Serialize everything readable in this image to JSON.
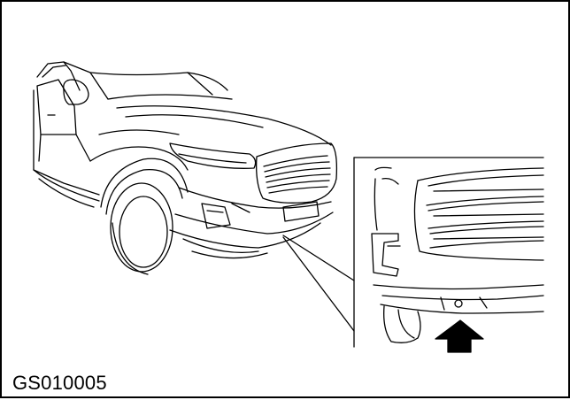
{
  "figure": {
    "code": "GS010005",
    "subject": "vehicle-front-view",
    "callout": "front-tow-hook-cover",
    "indicator": "up-arrow",
    "colors": {
      "line": "#000000",
      "background": "#ffffff"
    }
  }
}
